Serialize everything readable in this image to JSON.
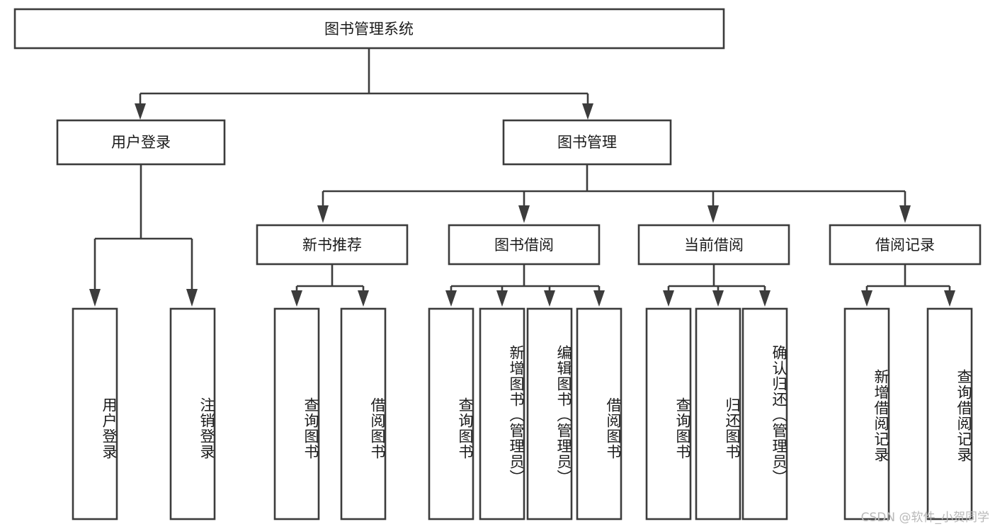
{
  "diagram": {
    "title": "图书管理系统",
    "type": "tree-hierarchy",
    "watermark": "CSDN @软件_小贺同学",
    "colors": {
      "stroke": "#3c3c3c",
      "box_fill": "#ffffff",
      "text": "#1b1b1b",
      "watermark": "#b9b9b9",
      "background": "#ffffff"
    },
    "root": {
      "label": "图书管理系统"
    },
    "level2": [
      {
        "label": "用户登录"
      },
      {
        "label": "图书管理"
      }
    ],
    "level3": [
      {
        "label": "新书推荐"
      },
      {
        "label": "图书借阅"
      },
      {
        "label": "当前借阅"
      },
      {
        "label": "借阅记录"
      }
    ],
    "leaves": {
      "user_login": [
        {
          "label": "用户登录"
        },
        {
          "label": "注销登录"
        }
      ],
      "new_book_recommend": [
        {
          "label": "查询图书"
        },
        {
          "label": "借阅图书"
        }
      ],
      "book_borrow": [
        {
          "label": "查询图书"
        },
        {
          "label": "新增图书（管理员）"
        },
        {
          "label": "编辑图书（管理员）"
        },
        {
          "label": "借阅图书"
        }
      ],
      "current_borrow": [
        {
          "label": "查询图书"
        },
        {
          "label": "归还图书"
        },
        {
          "label": "确认归还（管理员）"
        }
      ],
      "borrow_record": [
        {
          "label": "新增借阅记录"
        },
        {
          "label": "查询借阅记录"
        }
      ]
    }
  }
}
